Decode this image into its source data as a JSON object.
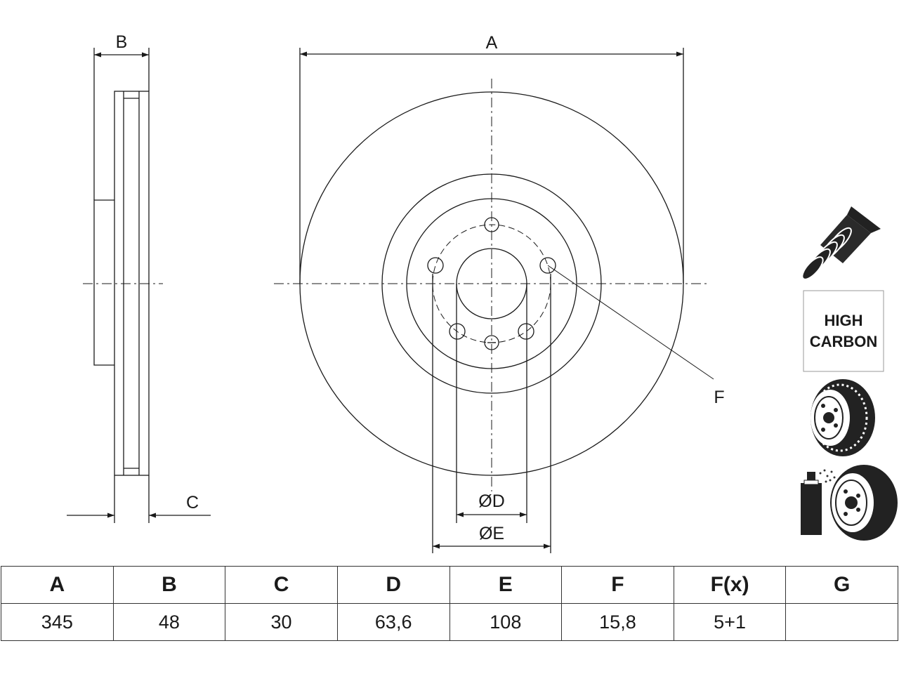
{
  "labels": {
    "A": "A",
    "B": "B",
    "C": "C",
    "D": "ØD",
    "E": "ØE",
    "F": "F"
  },
  "icons": {
    "screw": "screw-icon",
    "high_carbon": "HIGH CARBON",
    "high_carbon_line1": "HIGH",
    "high_carbon_line2": "CARBON",
    "vented_disc": "vented-disc-icon",
    "coated_disc": "coated-disc-spray-icon"
  },
  "table": {
    "headers": [
      "A",
      "B",
      "C",
      "D",
      "E",
      "F",
      "F(x)",
      "G"
    ],
    "values": [
      "345",
      "48",
      "30",
      "63,6",
      "108",
      "15,8",
      "5+1",
      ""
    ]
  },
  "colors": {
    "line": "#1a1a1a",
    "icon_dark": "#222222"
  }
}
